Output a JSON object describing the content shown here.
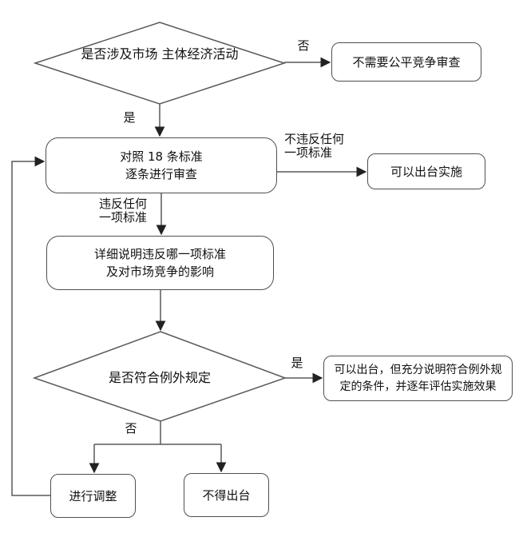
{
  "colors": {
    "bg": "#ffffff",
    "line": "#595959",
    "border": "#4f4f4f",
    "text": "#111111",
    "arrow": "#222222"
  },
  "diagram": {
    "type": "flowchart",
    "nodes": {
      "decision_market": {
        "line1": "是否涉及市场",
        "line2": "主体经济活动"
      },
      "no_review": {
        "text": "不需要公平竞争审查"
      },
      "review_standards": {
        "line1": "对照 18 条标准",
        "line2": "逐条进行审查"
      },
      "can_implement": {
        "text": "可以出台实施"
      },
      "explain_violation": {
        "line1": "详细说明违反哪一项标准",
        "line2": "及对市场竞争的影响"
      },
      "decision_exception": {
        "text": "是否符合例外规定"
      },
      "implement_conditional": {
        "line1": "可以出台，但充分说明符合例外规",
        "line2": "定的条件，并逐年评估实施效果"
      },
      "adjust": {
        "text": "进行调整"
      },
      "no_release": {
        "text": "不得出台"
      }
    },
    "edge_labels": {
      "d1_no": "否",
      "d1_yes": "是",
      "not_violate_line1": "不违反任何",
      "not_violate_line2": "一项标准",
      "violate_line1": "违反任何",
      "violate_line2": "一项标准",
      "d2_yes": "是",
      "d2_no": "否"
    }
  }
}
